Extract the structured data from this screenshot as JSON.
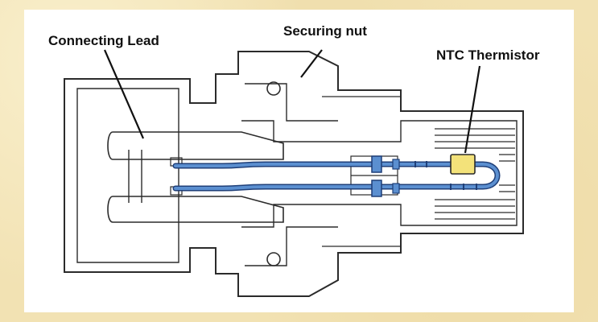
{
  "diagram": {
    "labels": {
      "connecting_lead": "Connecting Lead",
      "securing_nut": "Securing nut",
      "ntc_thermistor": "NTC Thermistor"
    },
    "colors": {
      "background": "#f2e2b3",
      "panel": "#ffffff",
      "outline": "#2b2b2b",
      "wire_fill": "#5b8fd0",
      "wire_edge": "#1f3f78",
      "thermistor": "#f3e27a",
      "label_text": "#111111"
    }
  }
}
